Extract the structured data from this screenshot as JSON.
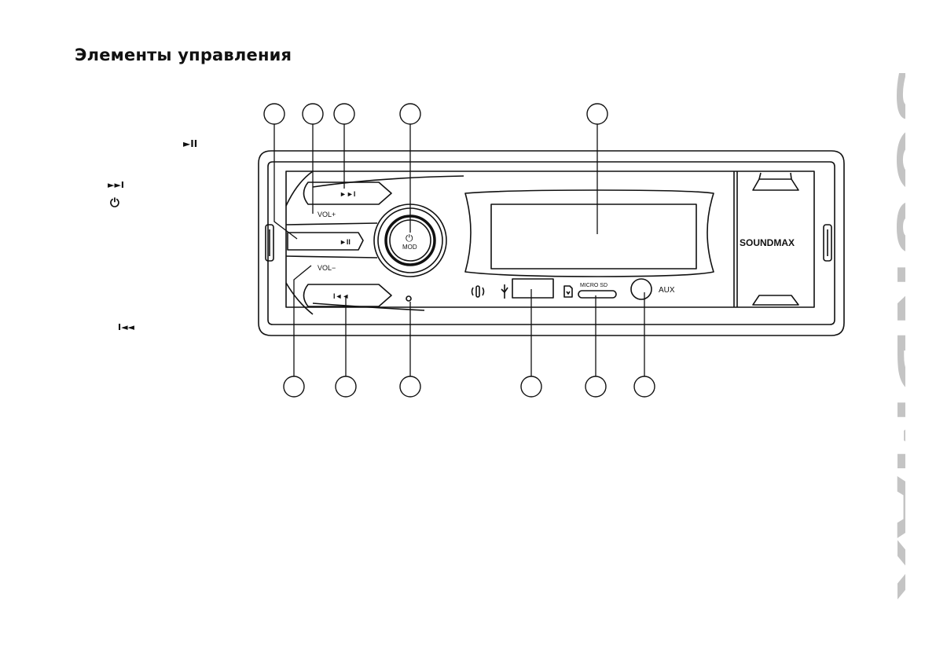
{
  "page": {
    "heading": "Элементы управления",
    "brand_vertical": "SOUNDMAX"
  },
  "legend_icons": {
    "play_pause": "►II",
    "next": "►►I",
    "power": "⏻",
    "prev": "I◄◄"
  },
  "panel": {
    "next_button_label": "►►I",
    "vol_plus_label": "VOL+",
    "play_pause_button_label": "►II",
    "vol_minus_label": "VOL−",
    "prev_button_label": "I◄◄",
    "knob_power_symbol": "⏻",
    "knob_label": "MOD",
    "micro_sd_label": "MICRO SD",
    "aux_label": "AUX",
    "brand_label": "SOUNDMAX"
  },
  "colors": {
    "line": "#111111",
    "brand_gray": "#c4c4c4",
    "background": "#ffffff"
  }
}
